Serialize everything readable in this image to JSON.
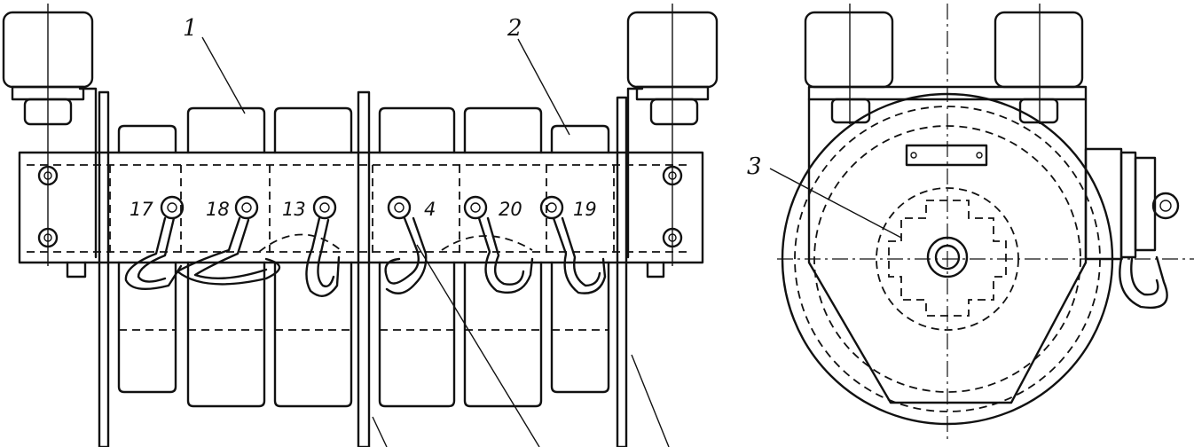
{
  "callouts": [
    "1",
    "2",
    "3"
  ],
  "terminals": [
    "17",
    "18",
    "13",
    "4",
    "20",
    "19"
  ],
  "colors": {
    "ink": "#111111",
    "paper": "#ffffff"
  }
}
